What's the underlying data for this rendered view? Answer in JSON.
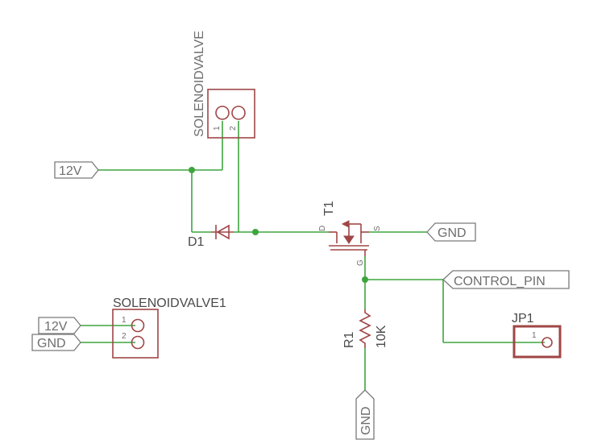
{
  "colors": {
    "wire": "#3ea53e",
    "part": "#a04646",
    "label": "#6e6e6e",
    "background": "#ffffff"
  },
  "solenoid": {
    "name": "SOLENOIDVALVE",
    "pin1": "1",
    "pin2": "2"
  },
  "solenoid1": {
    "name": "SOLENOIDVALVE1",
    "pin1": "1",
    "pin2": "2"
  },
  "flags": {
    "v12_top": "12V",
    "v12_bottom": "12V",
    "gnd_left": "GND",
    "gnd_right": "GND",
    "gnd_bottom": "GND",
    "control_pin": "CONTROL_PIN"
  },
  "diode": {
    "name": "D1"
  },
  "transistor": {
    "name": "T1",
    "pin_d": "D",
    "pin_s": "S",
    "pin_g": "G"
  },
  "resistor": {
    "name": "R1",
    "value": "10K"
  },
  "jumper": {
    "name": "JP1",
    "pin": "1"
  }
}
